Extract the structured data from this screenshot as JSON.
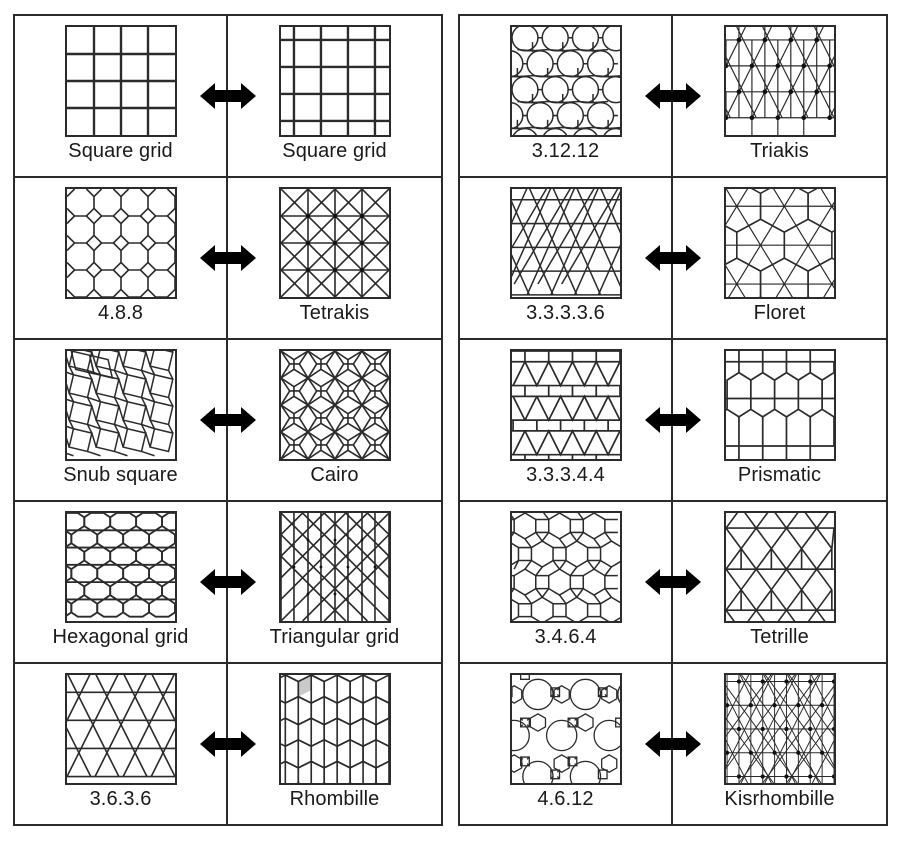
{
  "figure": {
    "type": "diagram",
    "description": "Grid of tessellation / lattice pattern pairs, each pair joined by a double-headed arrow indicating duality between a tiling and its dual tiling.",
    "panels": 2,
    "rows_per_panel": 5,
    "arrow_icon": "double-headed-arrow"
  },
  "pairs": [
    {
      "panel": "left",
      "row": 1,
      "left": {
        "label": "Square grid",
        "pattern": "square-grid"
      },
      "right": {
        "label": "Square grid",
        "pattern": "square-grid-dual"
      }
    },
    {
      "panel": "left",
      "row": 2,
      "left": {
        "label": "4.8.8",
        "pattern": "truncated-square"
      },
      "right": {
        "label": "Tetrakis",
        "pattern": "tetrakis-square"
      }
    },
    {
      "panel": "left",
      "row": 3,
      "left": {
        "label": "Snub square",
        "pattern": "snub-square"
      },
      "right": {
        "label": "Cairo",
        "pattern": "cairo-pentagonal"
      }
    },
    {
      "panel": "left",
      "row": 4,
      "left": {
        "label": "Hexagonal grid",
        "pattern": "hexagonal-grid"
      },
      "right": {
        "label": "Triangular grid",
        "pattern": "triangular-grid"
      }
    },
    {
      "panel": "left",
      "row": 5,
      "left": {
        "label": "3.6.3.6",
        "pattern": "trihexagonal"
      },
      "right": {
        "label": "Rhombille",
        "pattern": "rhombille"
      }
    },
    {
      "panel": "right",
      "row": 1,
      "left": {
        "label": "3.12.12",
        "pattern": "truncated-hexagonal"
      },
      "right": {
        "label": "Triakis",
        "pattern": "triakis-triangular"
      }
    },
    {
      "panel": "right",
      "row": 2,
      "left": {
        "label": "3.3.3.3.6",
        "pattern": "snub-hexagonal"
      },
      "right": {
        "label": "Floret",
        "pattern": "floret-pentagonal"
      }
    },
    {
      "panel": "right",
      "row": 3,
      "left": {
        "label": "3.3.3.4.4",
        "pattern": "elongated-triangular"
      },
      "right": {
        "label": "Prismatic",
        "pattern": "prismatic-pentagonal"
      }
    },
    {
      "panel": "right",
      "row": 4,
      "left": {
        "label": "3.4.6.4",
        "pattern": "rhombitrihexagonal"
      },
      "right": {
        "label": "Tetrille",
        "pattern": "deltoidal-trihexagonal"
      }
    },
    {
      "panel": "right",
      "row": 5,
      "left": {
        "label": "4.6.12",
        "pattern": "truncated-trihexagonal"
      },
      "right": {
        "label": "Kisrhombille",
        "pattern": "kisrhombille"
      }
    }
  ],
  "colors": {
    "line": "#2b2b2b",
    "thin_line": "#4a4a4a",
    "background": "#ffffff",
    "arrow": "#000000",
    "highlight_cell": "#c9c9c9",
    "vertex_dot": "#111111"
  }
}
